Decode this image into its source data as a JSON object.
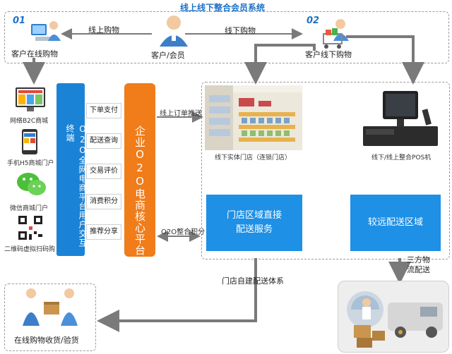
{
  "title": "线上线下整合会员系统",
  "top": {
    "online_num": "01",
    "online_label": "客户在线购物",
    "offline_num": "02",
    "offline_label": "客户线下购物",
    "member_label": "客户/会员",
    "arrow_online": "线上购物",
    "arrow_offline": "线下购物"
  },
  "terminals": [
    {
      "label": "网络B2C商城"
    },
    {
      "label": "手机H5商城门户"
    },
    {
      "label": "微信商城门户"
    },
    {
      "label": "二维码虚拟扫码购"
    }
  ],
  "terminal_panel_label": "O2O全网电商平台用户交互终端",
  "core_panel_label": "企业O2O电商核心平台",
  "functions": [
    "下单支付",
    "配送查询",
    "交易评价",
    "消费积分",
    "推荐分享"
  ],
  "right_links": {
    "online_order": "线上订单推送",
    "o2o_points": "O2O整合积分"
  },
  "store": {
    "photo_caption": "线下实体门店（连锁门店）",
    "pos_caption": "线下/线上整合POS机"
  },
  "services": {
    "store_delivery": "门店区域直接配送服务",
    "far_delivery": "较远配送区域"
  },
  "bottom": {
    "self_delivery": "门店自建配送体系",
    "third_party": "三方物流配送",
    "receive_label": "在线购物收货/验货"
  },
  "colors": {
    "title": "#1e73c8",
    "blue_panel": "#1b83d6",
    "orange_panel": "#f07c1a",
    "service_blue": "#1e90e6",
    "arrow_gray": "#7a7a7a"
  }
}
